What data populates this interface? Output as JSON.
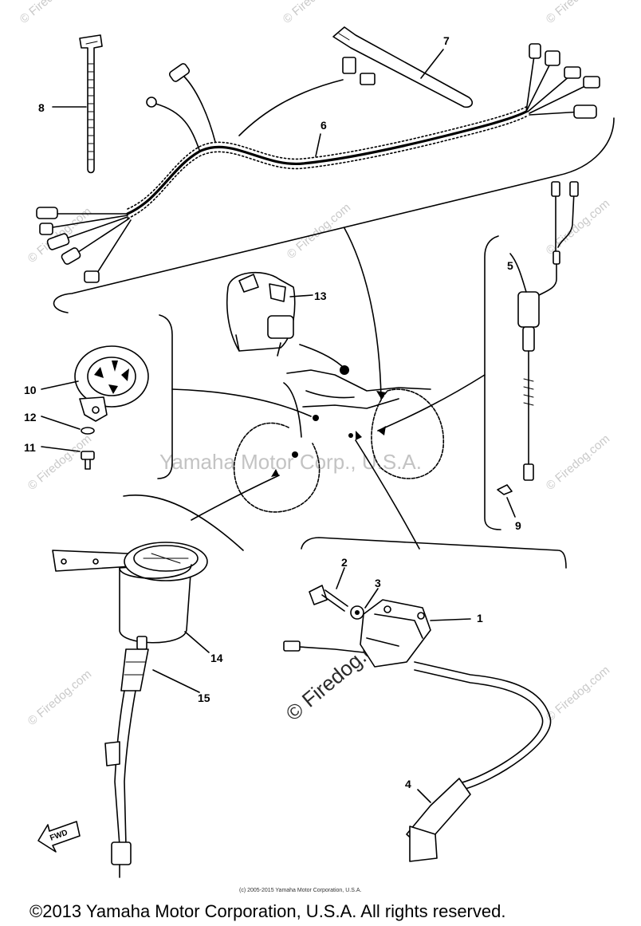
{
  "watermark": {
    "site": "© Firedog.com",
    "center": "Yamaha Motor Corp., U.S.A.",
    "big": "© Firedog.com"
  },
  "frame_note": "(c) 2005-2015 Yamaha Motor Corporation, U.S.A.",
  "copyright": "©2013 Yamaha Motor Corporation, U.S.A. All rights reserved.",
  "fwd_label": "FWD",
  "callouts": {
    "p1": "1",
    "p2": "2",
    "p3": "3",
    "p4": "4",
    "p5": "5",
    "p6": "6",
    "p7": "7",
    "p8": "8",
    "p9": "9",
    "p10": "10",
    "p11": "11",
    "p12": "12",
    "p13": "13",
    "p14": "14",
    "p15": "15"
  }
}
